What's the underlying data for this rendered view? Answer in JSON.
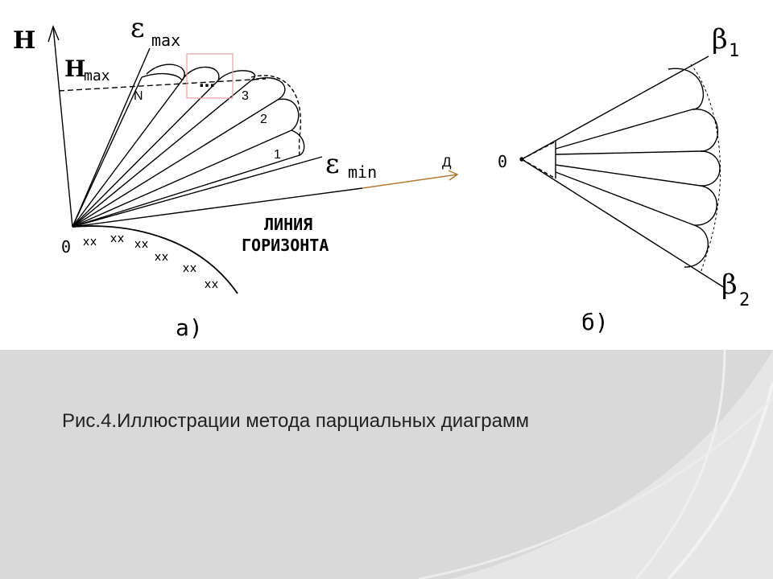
{
  "figure_a": {
    "axis_h": "H",
    "h_max": {
      "letter": "H",
      "sub": "max"
    },
    "eps_max": {
      "letter": "ε",
      "sub": "max"
    },
    "eps_min": {
      "letter": "ε",
      "sub": "min"
    },
    "point_n": "N",
    "beam_labels": [
      "3",
      "2",
      "1"
    ],
    "dots": "...",
    "range_label": "Д",
    "origin": "0",
    "horizon_line1": "ЛИНИЯ",
    "horizon_line2": "ГОРИЗОНТА",
    "panel_label": "а)"
  },
  "figure_b": {
    "beta1": {
      "letter": "β",
      "sub": "1"
    },
    "beta2": {
      "letter": "β",
      "sub": "2"
    },
    "origin": "0",
    "panel_label": "б)"
  },
  "caption": "Рис.4.Иллюстрации метода парциальных диаграмм",
  "colors": {
    "ink": "#000000",
    "arrow": "#b07a35",
    "highlight_box": "#e8a0a0",
    "footer_bg": "#d9d9d9",
    "footer_curve": "#efefef"
  }
}
